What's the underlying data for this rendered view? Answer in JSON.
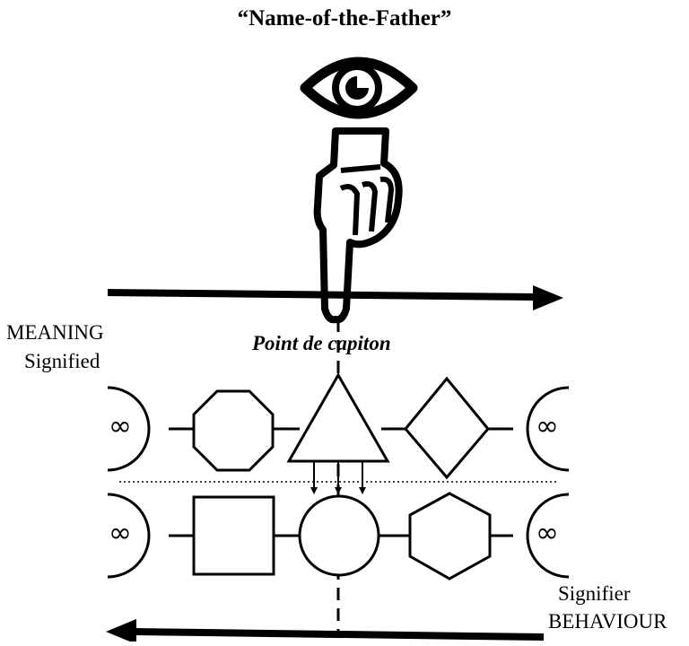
{
  "title": "“Name-of-the-Father”",
  "labels": {
    "meaning": "MEANING",
    "signified": "Signified",
    "point_de_capiton": "Point de capiton",
    "signifier": "Signifier",
    "behaviour": "BEHAVIOUR"
  },
  "infinity_symbol": "∞",
  "icons": {
    "top": "eye-icon",
    "pointer": "pointing-hand-icon"
  },
  "upper_chain_shapes": [
    "octagon",
    "triangle",
    "diamond"
  ],
  "lower_chain_shapes": [
    "square",
    "circle",
    "hexagon"
  ],
  "colors": {
    "ink": "#000000",
    "background": "#ffffff"
  }
}
